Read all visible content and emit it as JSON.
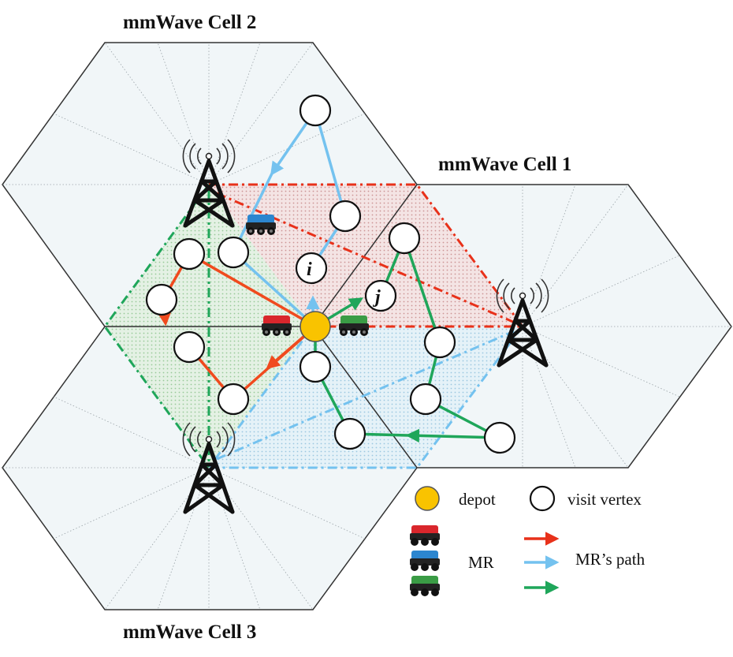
{
  "cells": [
    {
      "id": "cell-1",
      "title": "mmWave Cell 1"
    },
    {
      "id": "cell-2",
      "title": "mmWave Cell 2"
    },
    {
      "id": "cell-3",
      "title": "mmWave Cell 3"
    }
  ],
  "vertex_labels": {
    "i": "i",
    "j": "j"
  },
  "legend": {
    "depot": "depot",
    "visit_vertex": "visit vertex",
    "mr": "MR",
    "mr_path": "MR’s path"
  },
  "colors": {
    "red_path": "#e8311a",
    "orange_path": "#f04a1e",
    "blue_path": "#74c2ef",
    "green_path": "#1fa65a",
    "red_region": "#d9a3a3",
    "blue_region": "#b5d9ec",
    "green_region": "#b7dbb8",
    "cell_fill": "#f1f6f8",
    "depot": "#f9c300",
    "robot_red": "#d9262c",
    "robot_blue": "#2c86cf",
    "robot_green": "#3a9c45"
  },
  "icons": [
    "base-station-tower-icon",
    "mobile-robot-icon",
    "depot-icon",
    "visit-vertex-icon",
    "path-arrow-icon"
  ]
}
